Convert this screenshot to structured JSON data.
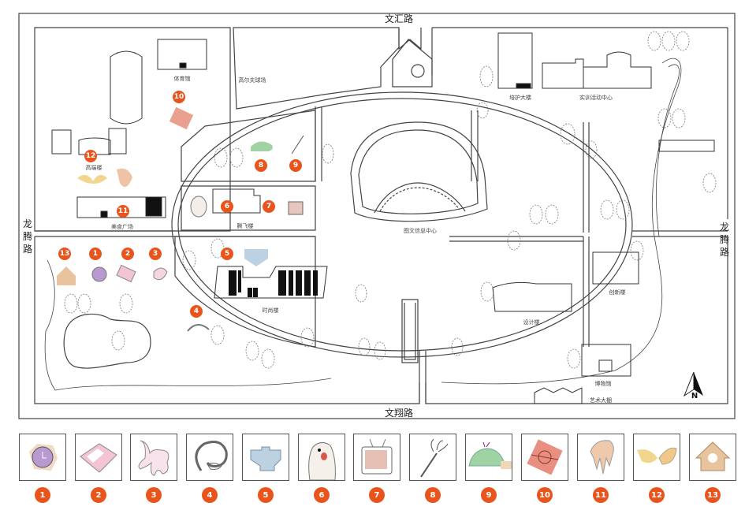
{
  "roads": {
    "north": "文汇路",
    "south": "文翔路",
    "west": "龙腾路",
    "east": "龙腾路"
  },
  "buildings": [
    {
      "id": "gym",
      "label": "体育馆"
    },
    {
      "id": "golf",
      "label": "高尔夫球场"
    },
    {
      "id": "training-tower",
      "label": "培护大楼"
    },
    {
      "id": "practice-center",
      "label": "实训活动中心"
    },
    {
      "id": "gaojian",
      "label": "高端楼"
    },
    {
      "id": "food-plaza",
      "label": "美食广场"
    },
    {
      "id": "tengfei",
      "label": "腾飞楼"
    },
    {
      "id": "library",
      "label": "图文信息中心"
    },
    {
      "id": "shishang",
      "label": "时尚楼"
    },
    {
      "id": "design",
      "label": "设计楼"
    },
    {
      "id": "chuangxin",
      "label": "创新楼"
    },
    {
      "id": "museum",
      "label": "博物馆"
    },
    {
      "id": "art-shed",
      "label": "艺术大棚"
    }
  ],
  "compass": {
    "label": "N"
  },
  "markers": [
    "1",
    "2",
    "3",
    "4",
    "5",
    "6",
    "7",
    "8",
    "9",
    "10",
    "11",
    "12",
    "13"
  ],
  "legend": [
    {
      "num": "1",
      "icon": "clock-sculpture-icon"
    },
    {
      "num": "2",
      "icon": "frame-sculpture-icon"
    },
    {
      "num": "3",
      "icon": "octopus-sculpture-icon"
    },
    {
      "num": "4",
      "icon": "curled-hand-sculpture-icon"
    },
    {
      "num": "5",
      "icon": "heart-sculpture-icon"
    },
    {
      "num": "6",
      "icon": "bear-sculpture-icon"
    },
    {
      "num": "7",
      "icon": "tv-sculpture-icon"
    },
    {
      "num": "8",
      "icon": "hand-stick-sculpture-icon"
    },
    {
      "num": "9",
      "icon": "whale-sculpture-icon"
    },
    {
      "num": "10",
      "icon": "square-tile-sculpture-icon"
    },
    {
      "num": "11",
      "icon": "jellyfish-sculpture-icon"
    },
    {
      "num": "12",
      "icon": "wings-sculpture-icon"
    },
    {
      "num": "13",
      "icon": "birdhouse-sculpture-icon"
    }
  ],
  "colors": {
    "accent": "#e8541c",
    "line": "#333333"
  }
}
